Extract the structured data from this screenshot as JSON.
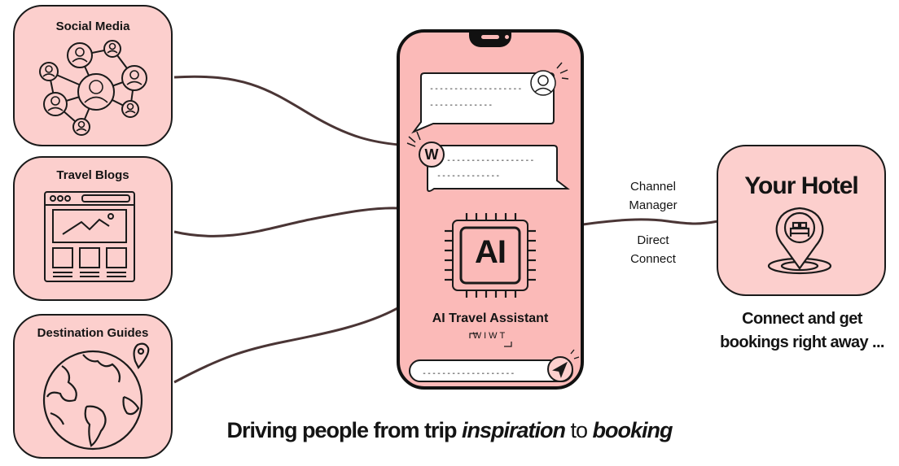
{
  "sources": {
    "social_media": "Social Media",
    "travel_blogs": "Travel Blogs",
    "destination_guides": "Destination Guides"
  },
  "phone": {
    "chat_line_1a": "-------------------",
    "chat_line_1b": "-------------",
    "bot_avatar_letter": "W",
    "chat_line_2a": "------------------",
    "chat_line_2b": "-------------",
    "chip_label": "AI",
    "assistant_label": "AI Travel Assistant",
    "brand_mark": "WIWT",
    "input_placeholder": "-------------------"
  },
  "connectors": {
    "channel_manager": [
      "Channel",
      "Manager"
    ],
    "direct_connect": [
      "Direct",
      "Connect"
    ]
  },
  "hotel": {
    "title": "Your Hotel",
    "caption_line1": "Connect and get",
    "caption_line2": "bookings right away ..."
  },
  "tagline": {
    "part1": "Driving people from trip ",
    "part2": "inspiration",
    "part3": " to ",
    "part4": "booking"
  },
  "colors": {
    "card_fill": "#fccfcd",
    "phone_fill": "#fbbab8",
    "line": "#4a3535",
    "ink": "#1a1a1a"
  }
}
